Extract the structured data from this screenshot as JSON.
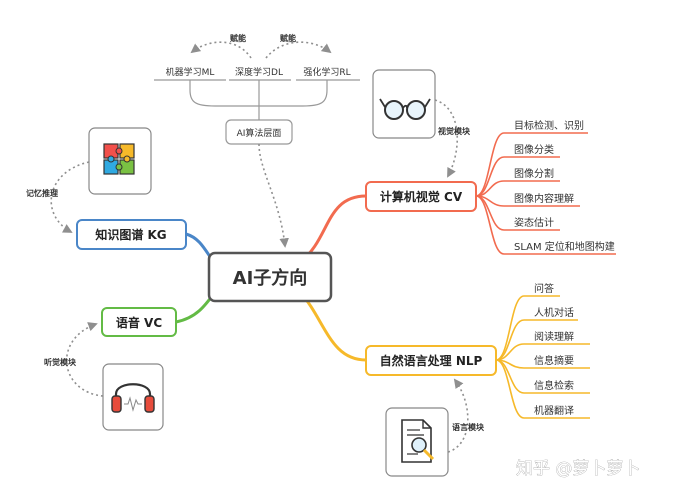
{
  "center": "AI子方向",
  "top_group": {
    "label": "AI算法层面",
    "items": [
      "机器学习ML",
      "深度学习DL",
      "强化学习RL"
    ],
    "arrow_labels": [
      "赋能",
      "赋能"
    ]
  },
  "kg": {
    "label": "知识图谱 KG",
    "arrow_label": "记忆推理",
    "icon": "puzzle-icon"
  },
  "vc": {
    "label": "语音 VC",
    "arrow_label": "听觉模块",
    "icon": "headphones-icon"
  },
  "cv": {
    "label": "计算机视觉 CV",
    "arrow_label": "视觉模块",
    "icon": "glasses-icon",
    "leaves": [
      "目标检测、识别",
      "图像分类",
      "图像分割",
      "图像内容理解",
      "姿态估计",
      "SLAM 定位和地图构建"
    ]
  },
  "nlp": {
    "label": "自然语言处理 NLP",
    "arrow_label": "语言模块",
    "icon": "document-search-icon",
    "leaves": [
      "问答",
      "人机对话",
      "阅读理解",
      "信息摘要",
      "信息检索",
      "机器翻译"
    ]
  },
  "watermark": "知乎 @萝卜萝卜",
  "colors": {
    "cv": "#f26b4f",
    "nlp": "#f6b92a",
    "kg": "#4a86c8",
    "vc": "#63bb45",
    "neutral": "#999999",
    "center_border": "#555555"
  }
}
